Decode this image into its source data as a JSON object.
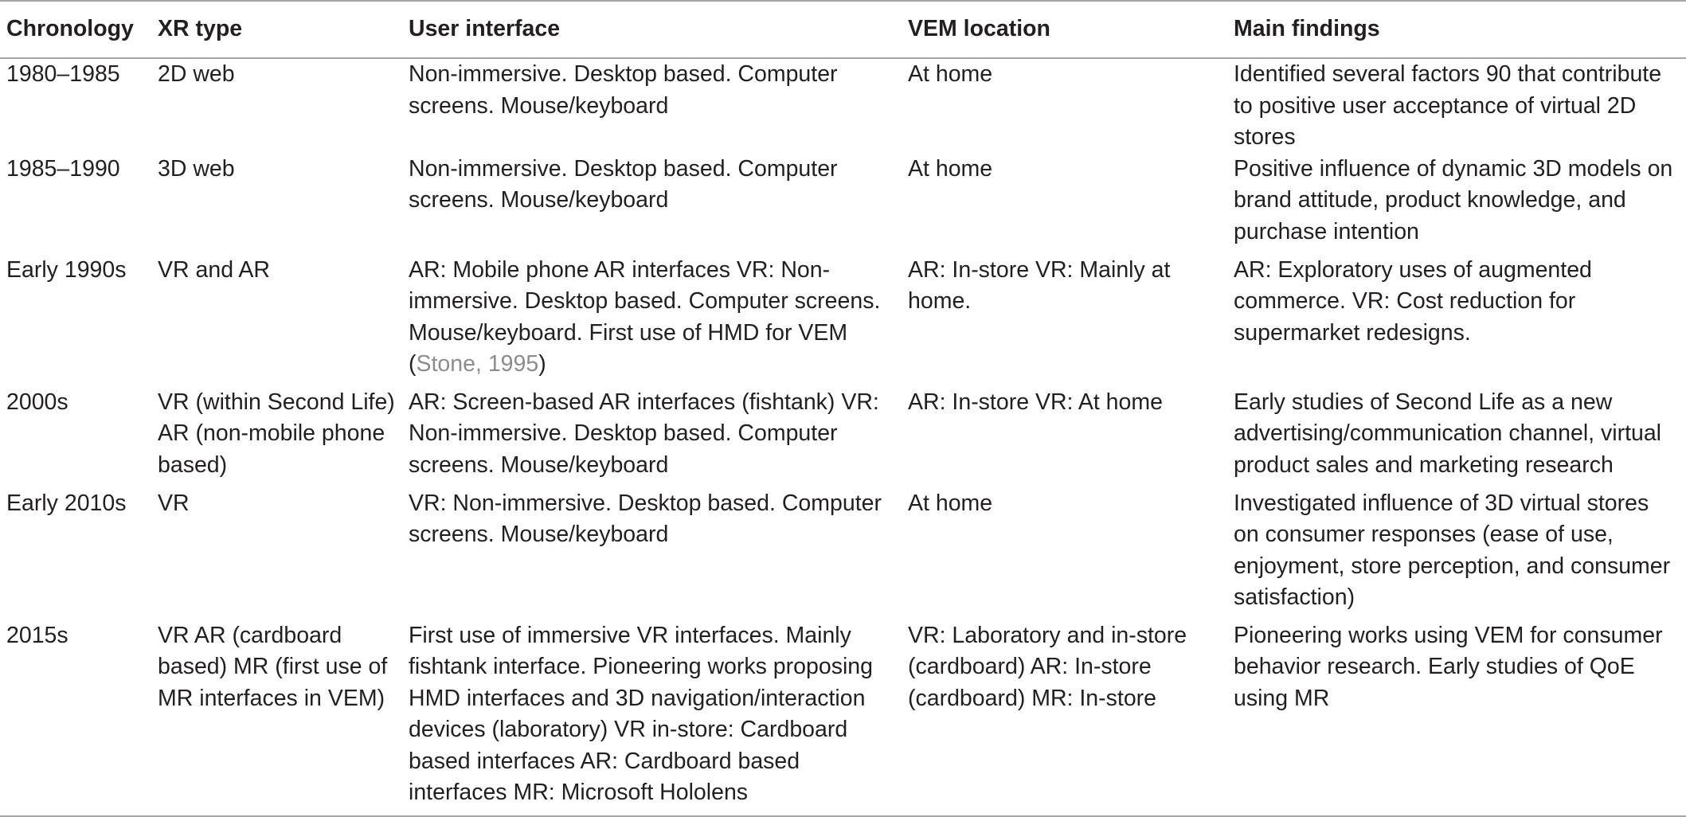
{
  "table": {
    "headers": [
      "Chronology",
      "XR type",
      "User interface",
      "VEM location",
      "Main findings"
    ],
    "rows": [
      {
        "chronology": "1980–1985",
        "xr_type": "2D web",
        "user_interface": "Non-immersive. Desktop based. Computer screens. Mouse/keyboard",
        "vem_location": "At home",
        "main_findings": "Identified several factors 90 that contribute to positive user acceptance of virtual 2D stores"
      },
      {
        "chronology": "1985–1990",
        "xr_type": "3D web",
        "user_interface": "Non-immersive. Desktop based. Computer screens. Mouse/keyboard",
        "vem_location": "At home",
        "main_findings": "Positive influence of dynamic 3D models on brand attitude, product knowledge, and purchase intention"
      },
      {
        "chronology": "Early 1990s",
        "xr_type": "VR and AR",
        "user_interface": "AR: Mobile phone AR interfaces VR: Non-immersive. Desktop based. Computer screens. Mouse/keyboard. First use of HMD for VEM (",
        "user_interface_ref": "Stone, 1995",
        "user_interface_tail": ")",
        "vem_location": "AR: In-store VR: Mainly at home.",
        "main_findings": "AR: Exploratory uses of augmented commerce. VR: Cost reduction for supermarket redesigns."
      },
      {
        "chronology": "2000s",
        "xr_type": "VR (within Second Life) AR (non-mobile phone based)",
        "user_interface": "AR: Screen-based AR interfaces (fishtank) VR: Non-immersive. Desktop based. Computer screens. Mouse/keyboard",
        "vem_location": "AR: In-store VR: At home",
        "main_findings": "Early studies of Second Life as a new advertising/communication channel, virtual product sales and marketing research"
      },
      {
        "chronology": "Early 2010s",
        "xr_type": "VR",
        "user_interface": "VR: Non-immersive. Desktop based. Computer screens. Mouse/keyboard",
        "vem_location": "At home",
        "main_findings": "Investigated influence of 3D virtual stores on consumer responses (ease of use, enjoyment, store perception, and consumer satisfaction)"
      },
      {
        "chronology": "2015s",
        "xr_type": "VR AR (cardboard based) MR (first use of MR interfaces in VEM)",
        "user_interface": "First use of immersive VR interfaces. Mainly fishtank interface. Pioneering works proposing HMD interfaces and 3D navigation/interaction devices (laboratory) VR in-store: Cardboard based interfaces AR: Cardboard based interfaces MR: Microsoft Hololens",
        "vem_location": "VR: Laboratory and in-store (cardboard) AR: In-store (cardboard) MR: In-store",
        "main_findings": "Pioneering works using VEM for consumer behavior research. Early studies of QoE using MR"
      }
    ]
  }
}
